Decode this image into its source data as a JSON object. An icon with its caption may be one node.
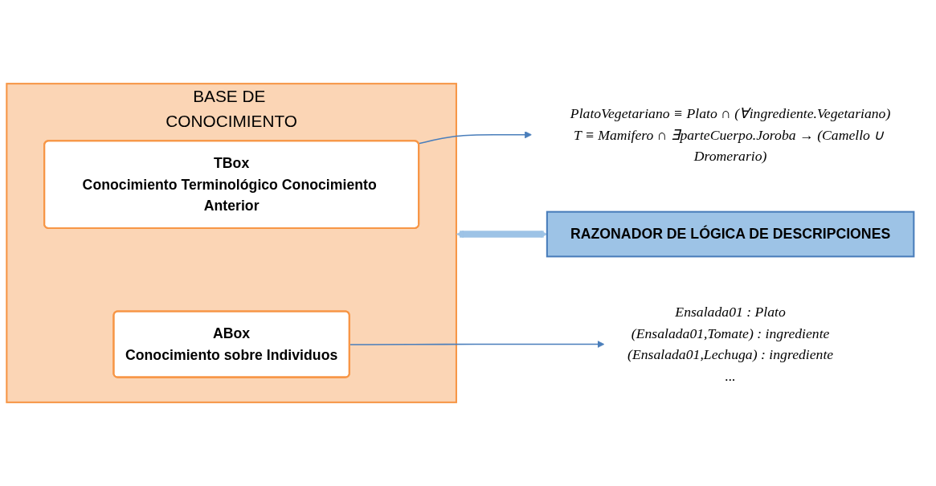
{
  "diagram": {
    "nodes": [
      {
        "text": [
          "BASE DE CONOCIMIENTO"
        ]
      },
      {
        "text": [
          "TBox",
          "Conocimiento Terminológico Conocimiento Anterior"
        ],
        "in": 0
      },
      {
        "text": [
          "ABox",
          "Conocimiento sobre Individuos"
        ],
        "in": 0
      },
      {
        "text": [
          "PlatoVegetariano ≡ Plato ∩ (∀ingrediente.Vegetariano)",
          "T ≡ Mamifero ∩ ∃parteCuerpo.Joroba → (Camello ∪ Dromerario)"
        ]
      },
      {
        "text": [
          "RAZONADOR DE LÓGICA DE DESCRIPCIONES"
        ]
      },
      {
        "text": [
          "Ensalada01 : Plato",
          "(Ensalada01,Tomate) : ingrediente",
          "(Ensalada01,Lechuga) : ingrediente",
          "..."
        ]
      }
    ],
    "edges": [
      {
        "from": 1,
        "to": 3,
        "arrow": "to"
      },
      {
        "from": 2,
        "to": 5,
        "arrow": "to"
      },
      {
        "from": 0,
        "to": 4,
        "arrow": "both",
        "style": "thick",
        "color": "#9dc3e6"
      }
    ]
  }
}
